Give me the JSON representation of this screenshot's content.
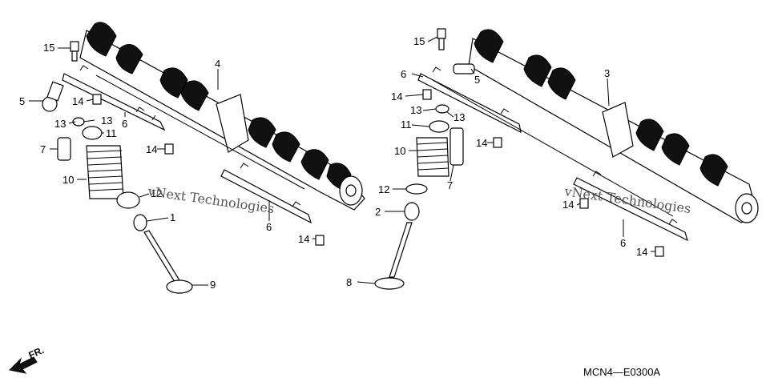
{
  "diagram": {
    "part_numbers_left": [
      "15",
      "5",
      "14",
      "13",
      "13",
      "11",
      "7",
      "10",
      "12",
      "1",
      "9",
      "4",
      "6",
      "14",
      "6",
      "14"
    ],
    "part_numbers_right": [
      "15",
      "6",
      "5",
      "14",
      "13",
      "13",
      "11",
      "10",
      "12",
      "2",
      "7",
      "8",
      "3",
      "14",
      "14",
      "6",
      "14"
    ],
    "watermark_left": "vNext Technologies",
    "watermark_right": "vNext Technologies",
    "direction_label": "FR.",
    "drawing_code": "MCN4—E0300A"
  },
  "colors": {
    "line": "#000000",
    "watermark": "#b9b9b9",
    "background": "#ffffff"
  },
  "icons": {
    "direction": "front-arrow-icon"
  }
}
